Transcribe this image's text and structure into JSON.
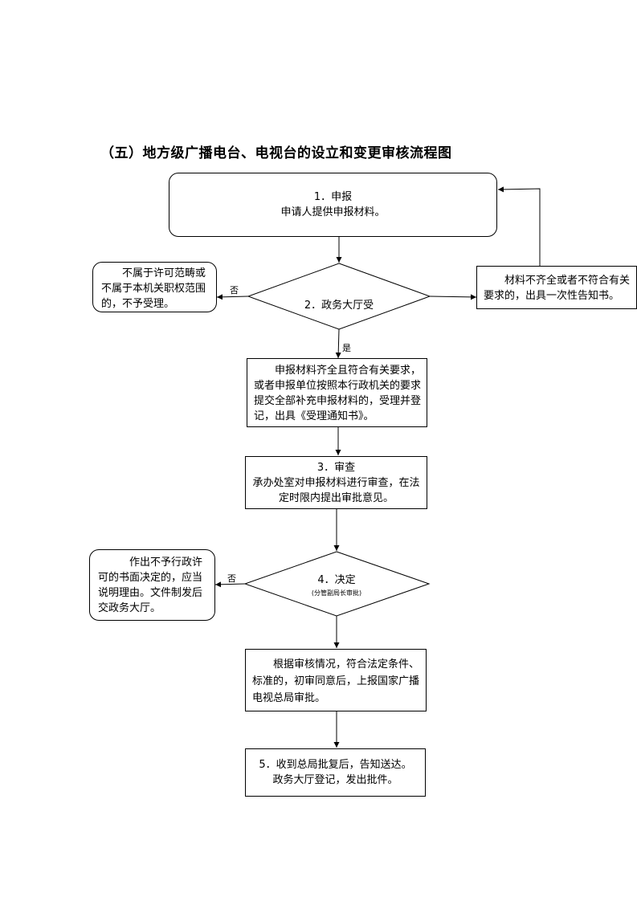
{
  "title": "（五）地方级广播电台、电视台的设立和变更审核流程图",
  "steps": {
    "apply": {
      "line1": "1．申报",
      "line2": "申请人提供申报材料。"
    },
    "accept": {
      "label": "2．政务大厅受"
    },
    "not_in_scope": {
      "text": "不属于许可范畴或不属于本机关职权范围的，不予受理。"
    },
    "incomplete": {
      "text": "材料不齐全或者不符合有关要求的，出具一次性告知书。"
    },
    "accepted": {
      "text": "申报材料齐全且符合有关要求，或者申报单位按照本行政机关的要求提交全部补充申报材料的，受理并登记，出具《受理通知书》。"
    },
    "review": {
      "line1": "3．审查",
      "line2": "承办处室对申报材料进行审查，在法定时限内提出审批意见。"
    },
    "decide": {
      "label": "4．决定",
      "sublabel": "(分管副局长审批)"
    },
    "reject": {
      "text": "作出不予行政许可的书面决定的，应当说明理由。文件制发后交政务大厅。"
    },
    "report": {
      "text": "根据审核情况，符合法定条件、标准的，初审同意后，上报国家广播电视总局审批。"
    },
    "deliver": {
      "line1": "5．收到总局批复后，告知送达。",
      "line2": "政务大厅登记，发出批件。"
    }
  },
  "edge_labels": {
    "no": "否",
    "yes": "是",
    "no2": "否"
  }
}
